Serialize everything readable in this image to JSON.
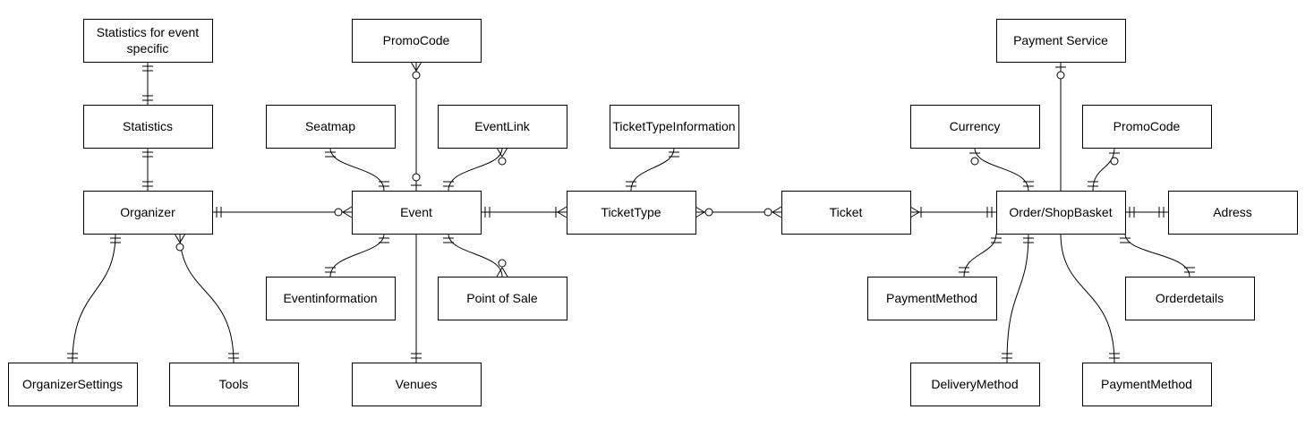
{
  "entities": {
    "stats_event": {
      "lines": [
        "Statistics for event",
        "specific"
      ]
    },
    "statistics": {
      "lines": [
        "Statistics"
      ]
    },
    "organizer": {
      "lines": [
        "Organizer"
      ]
    },
    "organizer_settings": {
      "lines": [
        "OrganizerSettings"
      ]
    },
    "tools": {
      "lines": [
        "Tools"
      ]
    },
    "promocode_top": {
      "lines": [
        "PromoCode"
      ]
    },
    "seatmap": {
      "lines": [
        "Seatmap"
      ]
    },
    "eventlink": {
      "lines": [
        "EventLink"
      ]
    },
    "event": {
      "lines": [
        "Event"
      ]
    },
    "eventinformation": {
      "lines": [
        "Eventinformation"
      ]
    },
    "point_of_sale": {
      "lines": [
        "Point of Sale"
      ]
    },
    "venues": {
      "lines": [
        "Venues"
      ]
    },
    "tickettype_info": {
      "lines": [
        "TicketTypeInformation"
      ]
    },
    "tickettype": {
      "lines": [
        "TicketType"
      ]
    },
    "ticket": {
      "lines": [
        "Ticket"
      ]
    },
    "payment_service": {
      "lines": [
        "Payment Service"
      ]
    },
    "currency": {
      "lines": [
        "Currency"
      ]
    },
    "promocode_right": {
      "lines": [
        "PromoCode"
      ]
    },
    "order": {
      "lines": [
        "Order/ShopBasket"
      ]
    },
    "adress": {
      "lines": [
        "Adress"
      ]
    },
    "paymentmethod_1": {
      "lines": [
        "PaymentMethod"
      ]
    },
    "orderdetails": {
      "lines": [
        "Orderdetails"
      ]
    },
    "deliverymethod": {
      "lines": [
        "DeliveryMethod"
      ]
    },
    "paymentmethod_2": {
      "lines": [
        "PaymentMethod"
      ]
    }
  },
  "relationships": [
    {
      "from": "stats_event",
      "to": "statistics",
      "from_end": "one-and-only-one",
      "to_end": "one-and-only-one"
    },
    {
      "from": "statistics",
      "to": "organizer",
      "from_end": "one-and-only-one",
      "to_end": "one-and-only-one"
    },
    {
      "from": "organizer",
      "to": "event",
      "from_end": "one-and-only-one",
      "to_end": "zero-or-many"
    },
    {
      "from": "organizer",
      "to": "organizer_settings",
      "from_end": "one-and-only-one",
      "to_end": "one-and-only-one"
    },
    {
      "from": "organizer",
      "to": "tools",
      "from_end": "zero-or-many",
      "to_end": "one-and-only-one"
    },
    {
      "from": "promocode_top",
      "to": "event",
      "from_end": "zero-or-many",
      "to_end": "zero-or-one"
    },
    {
      "from": "seatmap",
      "to": "event",
      "from_end": "one-and-only-one",
      "to_end": "one-and-only-one"
    },
    {
      "from": "eventlink",
      "to": "event",
      "from_end": "zero-or-many",
      "to_end": "one-and-only-one"
    },
    {
      "from": "event",
      "to": "eventinformation",
      "from_end": "one-and-only-one",
      "to_end": "one-and-only-one"
    },
    {
      "from": "event",
      "to": "point_of_sale",
      "from_end": "one-and-only-one",
      "to_end": "zero-or-many"
    },
    {
      "from": "event",
      "to": "venues",
      "from_end": "none",
      "to_end": "one-and-only-one"
    },
    {
      "from": "event",
      "to": "tickettype",
      "from_end": "one-and-only-one",
      "to_end": "one-or-many"
    },
    {
      "from": "tickettype_info",
      "to": "tickettype",
      "from_end": "one-and-only-one",
      "to_end": "one-and-only-one"
    },
    {
      "from": "tickettype",
      "to": "ticket",
      "from_end": "zero-or-many",
      "to_end": "zero-or-many"
    },
    {
      "from": "ticket",
      "to": "order",
      "from_end": "one-or-many",
      "to_end": "one-and-only-one"
    },
    {
      "from": "payment_service",
      "to": "order",
      "from_end": "zero-or-one",
      "to_end": "none"
    },
    {
      "from": "currency",
      "to": "order",
      "from_end": "zero-or-one",
      "to_end": "one-and-only-one"
    },
    {
      "from": "promocode_right",
      "to": "order",
      "from_end": "zero-or-one",
      "to_end": "one-and-only-one"
    },
    {
      "from": "order",
      "to": "adress",
      "from_end": "one-and-only-one",
      "to_end": "one-and-only-one"
    },
    {
      "from": "order",
      "to": "paymentmethod_1",
      "from_end": "one-and-only-one",
      "to_end": "one-and-only-one"
    },
    {
      "from": "order",
      "to": "orderdetails",
      "from_end": "one-and-only-one",
      "to_end": "one-and-only-one"
    },
    {
      "from": "order",
      "to": "deliverymethod",
      "from_end": "one-and-only-one",
      "to_end": "one-and-only-one"
    },
    {
      "from": "order",
      "to": "paymentmethod_2",
      "from_end": "none",
      "to_end": "one-and-only-one"
    }
  ]
}
